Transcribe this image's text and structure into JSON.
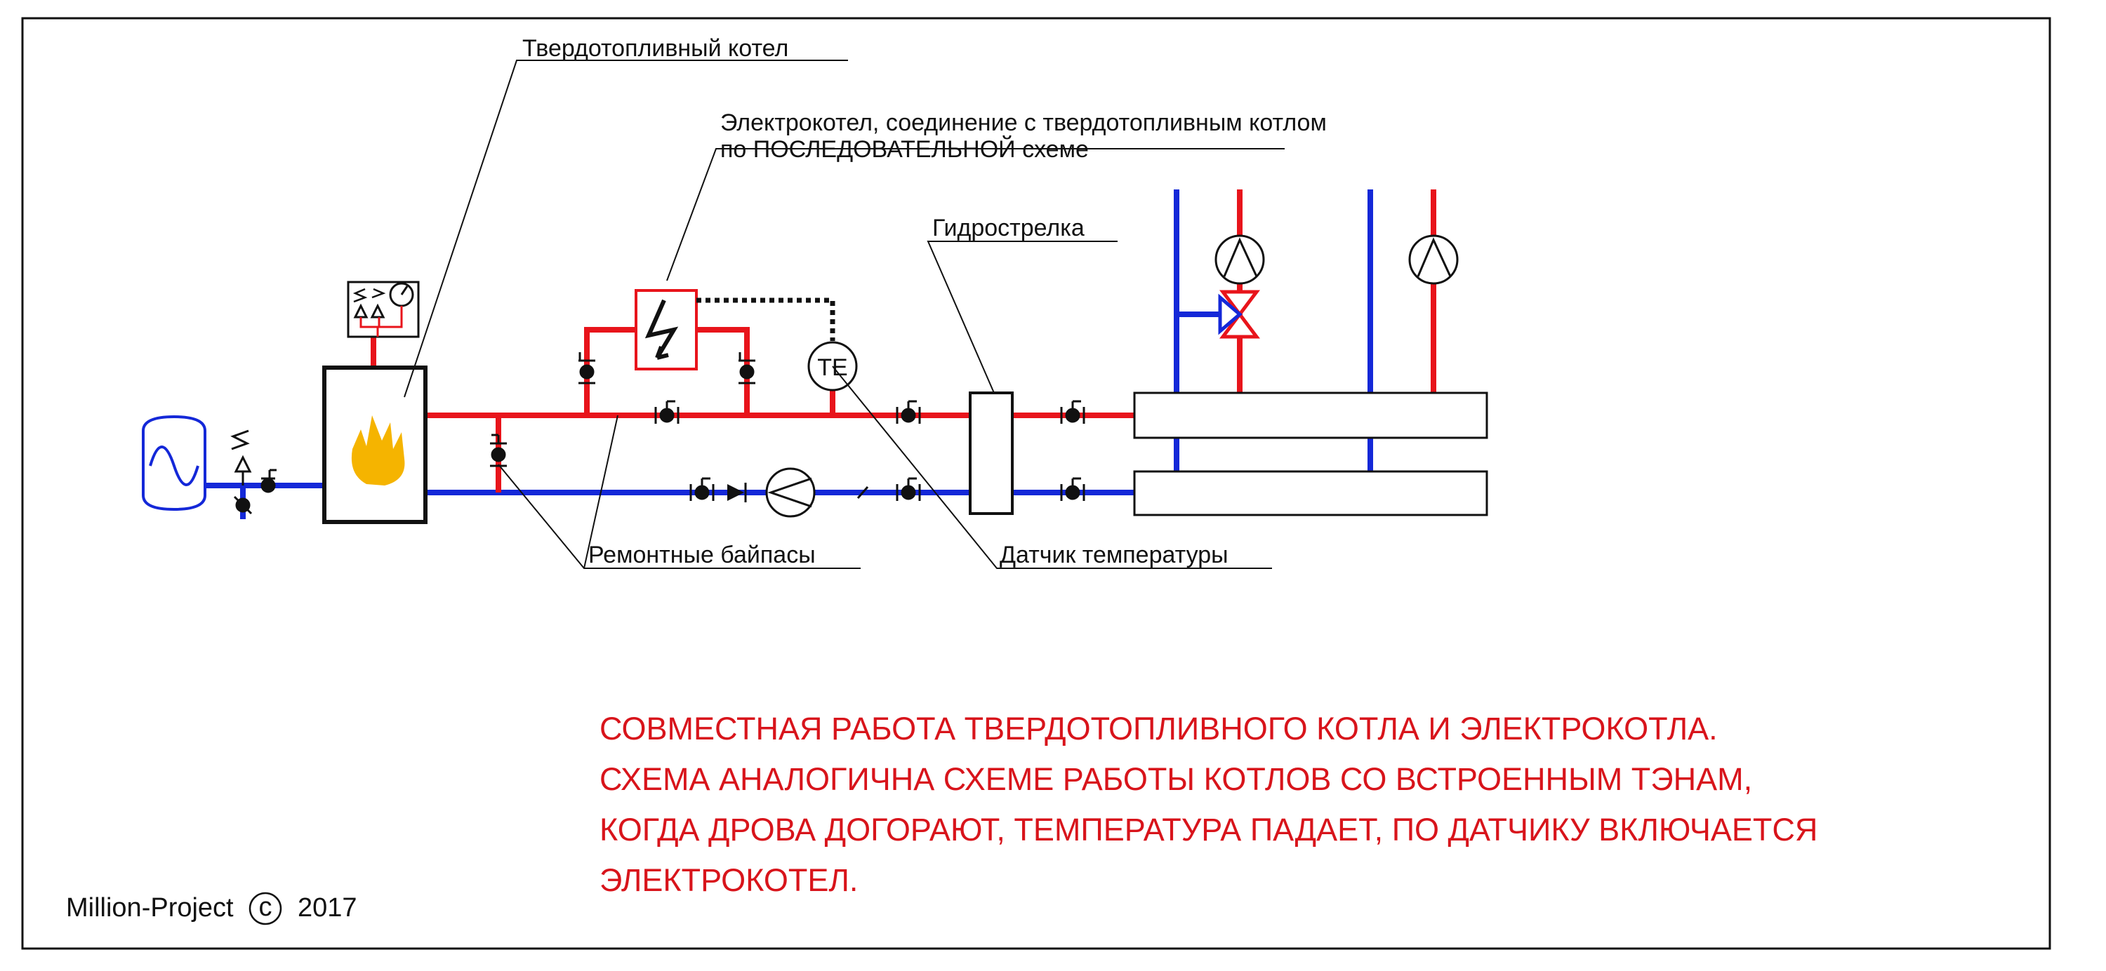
{
  "labels": {
    "solid_fuel_boiler": "Твердотопливный котел",
    "electric_boiler_line1": "Электрокотел, соединение с твердотопливным котлом",
    "electric_boiler_line2": "по ПОСЛЕДОВАТЕЛЬНОЙ схеме",
    "hydro_separator": "Гидрострелка",
    "repair_bypasses": "Ремонтные байпасы",
    "temp_sensor": "Датчик температуры",
    "temp_sensor_symbol": "TE"
  },
  "note": {
    "lines": [
      "СОВМЕСТНАЯ РАБОТА ТВЕРДОТОПЛИВНОГО КОТЛА И ЭЛЕКТРОКОТЛА.",
      "СХЕМА АНАЛОГИЧНА СХЕМЕ РАБОТЫ КОТЛОВ СО ВСТРОЕННЫМ ТЭНАМ,",
      "КОГДА ДРОВА ДОГОРАЮТ, ТЕМПЕРАТУРА ПАДАЕТ, ПО ДАТЧИКУ ВКЛЮЧАЕТСЯ",
      "ЭЛЕКТРОКОТЕЛ."
    ]
  },
  "footer": {
    "brand": "Million-Project",
    "copyright_symbol": "c",
    "year": "2017"
  },
  "colors": {
    "supply_pipe": "#e8141b",
    "return_pipe": "#1428d8",
    "note_text": "#d8141b",
    "flame": "#f5b400",
    "line": "#111111"
  }
}
